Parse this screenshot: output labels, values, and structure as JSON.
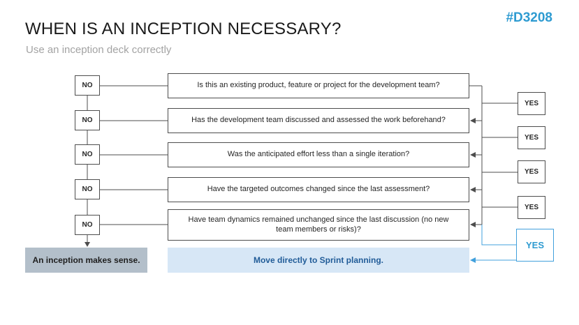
{
  "slide": {
    "title": "WHEN IS AN INCEPTION NECESSARY?",
    "subtitle": "Use an inception deck correctly",
    "code": "#D3208"
  },
  "flow": {
    "no_label": "NO",
    "yes_label": "YES",
    "questions": [
      "Is this an existing product, feature or project for the development team?",
      "Has the development team discussed and assessed the work beforehand?",
      "Was the anticipated effort less than a single iteration?",
      "Have the targeted outcomes changed since the last assessment?",
      "Have team dynamics remained unchanged since the last discussion (no new team members or risks)?"
    ],
    "no_outcome": "An inception makes sense.",
    "yes_outcome": "Move directly to Sprint planning.",
    "colors": {
      "accent_blue": "#41A0DC",
      "code_blue": "#2E9BD1",
      "line_gray": "#4D4D4D",
      "no_outcome_bg": "#B3BFCA",
      "yes_outcome_bg": "#D7E7F6",
      "yes_outcome_text": "#215C98"
    }
  }
}
